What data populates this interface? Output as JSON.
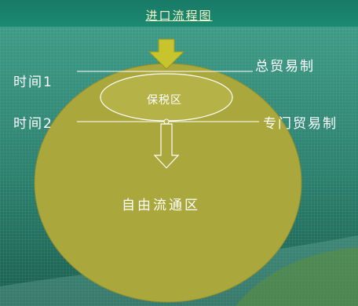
{
  "title": "进口流程图",
  "labels": {
    "time1": "时间1",
    "time2": "时间2",
    "general_trade": "总贸易制",
    "special_trade": "专门贸易制",
    "bonded_zone": "保税区",
    "free_circulation": "自由流通区"
  },
  "colors": {
    "circle_fill": "#aaa83c",
    "ellipse_fill": "#b5b348",
    "arrow_fill": "#c7c42d",
    "title_text": "#f7f3c4",
    "text": "#ffffff"
  }
}
